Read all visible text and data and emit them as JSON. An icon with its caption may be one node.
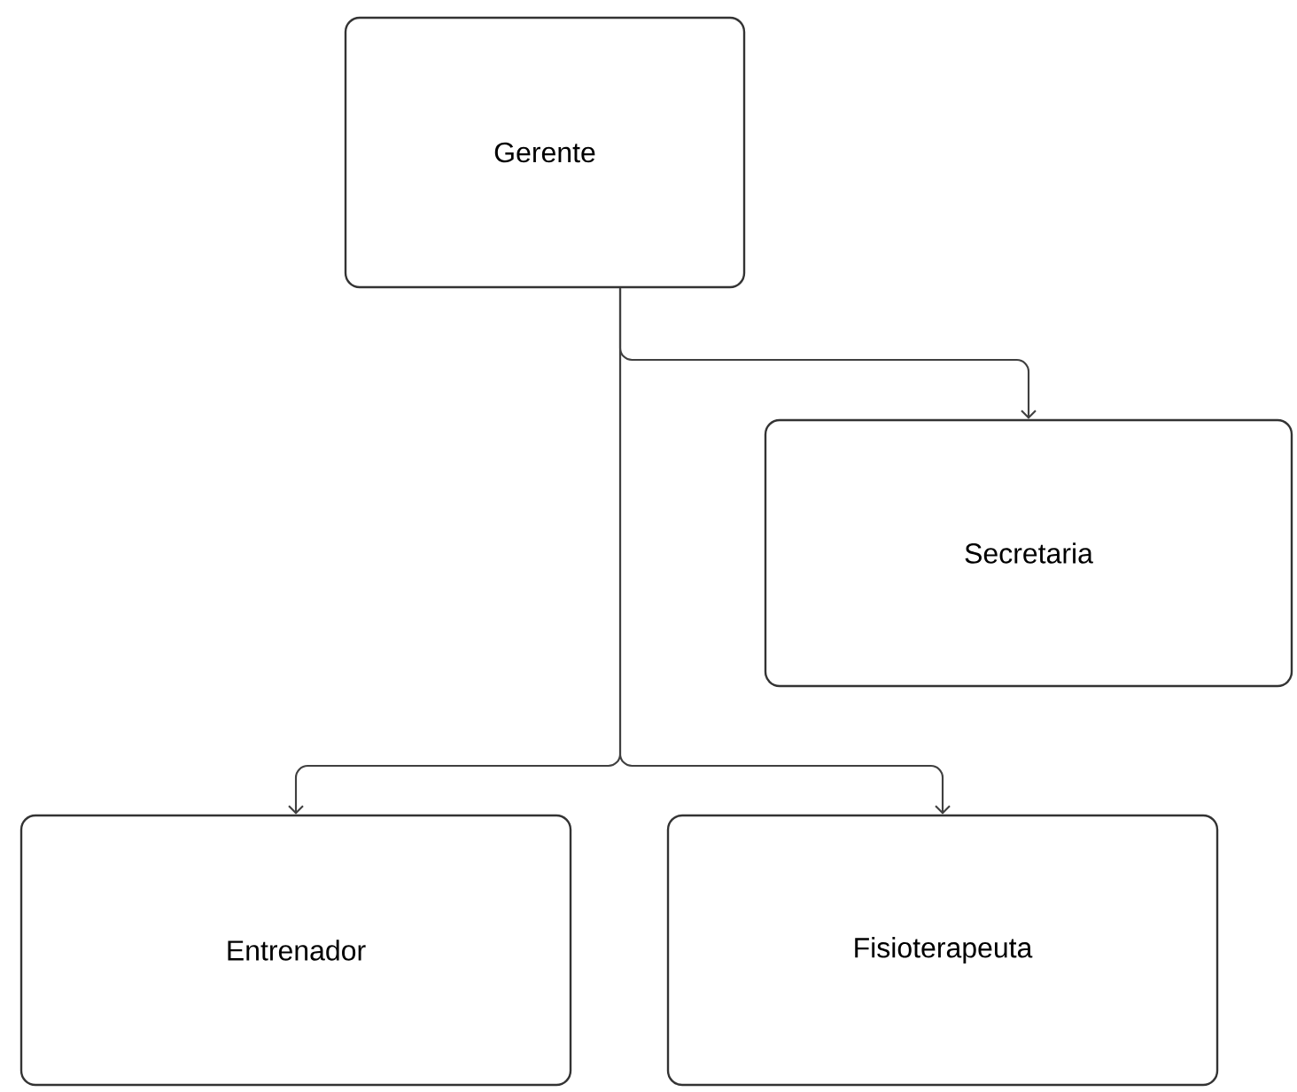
{
  "diagram": {
    "nodes": [
      {
        "text": [
          "Gerente"
        ]
      },
      {
        "text": [
          "Secretaria"
        ]
      },
      {
        "text": [
          "Entrenador"
        ]
      },
      {
        "text": [
          "Fisioterapeuta"
        ]
      }
    ],
    "edges": [
      {
        "from": 0,
        "to": 1,
        "arrow": "to"
      },
      {
        "from": 0,
        "to": 2,
        "arrow": "to"
      },
      {
        "from": 0,
        "to": 3,
        "arrow": "to"
      }
    ]
  }
}
